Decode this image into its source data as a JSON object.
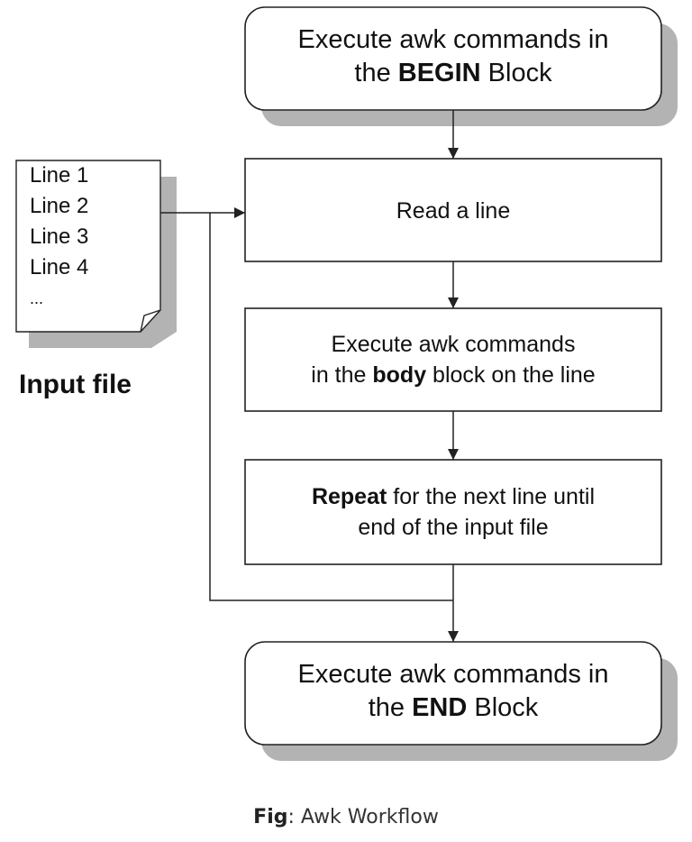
{
  "blocks": {
    "begin": {
      "line1": "Execute awk commands in",
      "pre2": "the ",
      "bold2": "BEGIN",
      "post2": " Block"
    },
    "read": {
      "line1": "Read a line"
    },
    "body": {
      "line1": "Execute awk commands",
      "pre2": "in the ",
      "bold2": "body",
      "post2": " block on the line"
    },
    "repeat": {
      "bold1": "Repeat",
      "post1": " for the next line until",
      "line2": "end of the input file"
    },
    "end": {
      "line1": "Execute awk commands in",
      "pre2": "the ",
      "bold2": "END",
      "post2": " Block"
    }
  },
  "input_file": {
    "lines": [
      "Line 1",
      "Line 2",
      "Line 3",
      "Line 4",
      "..."
    ],
    "label": "Input file"
  },
  "caption": {
    "bold": "Fig",
    "rest": ": Awk Workflow"
  },
  "colors": {
    "stroke": "#222222",
    "shadow": "#b3b3b3",
    "fill": "#ffffff"
  }
}
